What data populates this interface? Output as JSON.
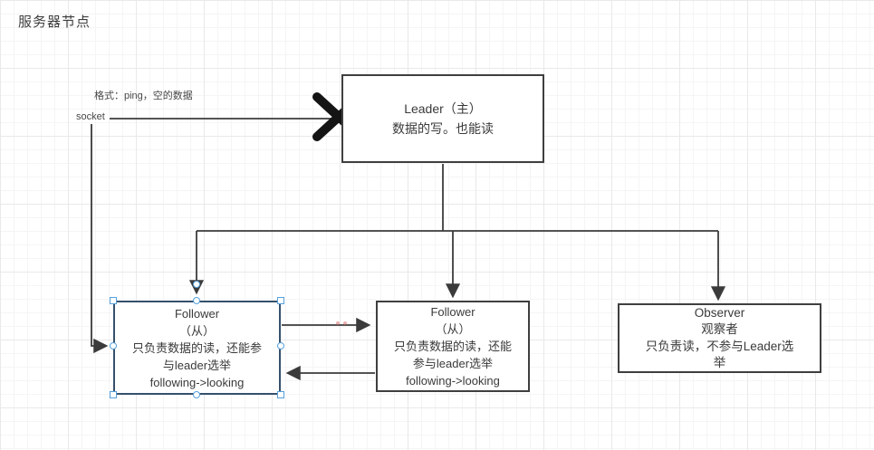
{
  "canvas": {
    "background": "#ffffff",
    "grid_minor_color": "#f5f5f5",
    "grid_major_color": "#e9e9e9"
  },
  "page_title": "服务器节点",
  "notes": {
    "format_note": "格式：ping，空的数据",
    "socket_label": "socket"
  },
  "nodes": {
    "leader": {
      "lines": [
        "Leader（主）",
        "数据的写。也能读"
      ],
      "selected": false
    },
    "follower1": {
      "lines": [
        "Follower",
        "（从）",
        "只负责数据的读，还能参",
        "与leader选举",
        "following->looking"
      ],
      "selected": true
    },
    "follower2": {
      "lines": [
        "Follower",
        "（从）",
        "只负责数据的读，还能",
        "参与leader选举",
        "following->looking"
      ],
      "selected": false
    },
    "observer": {
      "lines": [
        "Observer",
        "观察者",
        "只负责读，不参与Leader选",
        "举"
      ],
      "selected": false
    }
  },
  "edges": [
    {
      "from": "socket",
      "to": "leader",
      "note": "blocked by X mark"
    },
    {
      "from": "socket",
      "to": "follower1",
      "arrow": "end"
    },
    {
      "from": "leader",
      "to": "follower1",
      "arrow": "end"
    },
    {
      "from": "leader",
      "to": "follower2",
      "arrow": "end"
    },
    {
      "from": "leader",
      "to": "observer",
      "arrow": "end"
    },
    {
      "from": "follower1",
      "to": "follower2",
      "arrow": "end"
    },
    {
      "from": "follower2",
      "to": "follower1",
      "arrow": "end"
    }
  ],
  "colors": {
    "stroke": "#3b3b3b",
    "selection_blue": "#55a0dd",
    "selected_border": "#35506b",
    "x_mark": "#141414",
    "red_dot": "#d66a6a",
    "text": "#3a3a3a"
  }
}
